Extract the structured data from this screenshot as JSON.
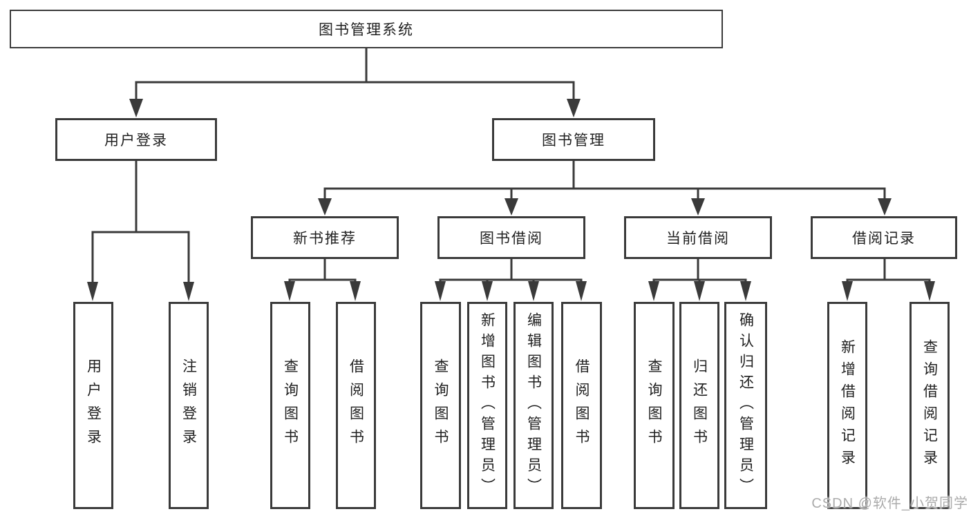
{
  "tree": {
    "root": "图书管理系统",
    "branches": [
      {
        "label": "用户登录",
        "leaves": [
          "用户登录",
          "注销登录"
        ]
      },
      {
        "label": "图书管理",
        "children": [
          {
            "label": "新书推荐",
            "leaves": [
              "查询图书",
              "借阅图书"
            ]
          },
          {
            "label": "图书借阅",
            "leaves": [
              "查询图书",
              "新增图书（管理员）",
              "编辑图书（管理员）",
              "借阅图书"
            ]
          },
          {
            "label": "当前借阅",
            "leaves": [
              "查询图书",
              "归还图书",
              "确认归还（管理员）"
            ]
          },
          {
            "label": "借阅记录",
            "leaves": [
              "新增借阅记录",
              "查询借阅记录"
            ]
          }
        ]
      }
    ]
  },
  "watermark": {
    "text": "CSDN @软件_小贺同学"
  },
  "colors": {
    "line": "#3a3a3a",
    "node_border": "#3a3a3a",
    "text": "#212121",
    "background": "#ffffff",
    "watermark_text": "#ababab"
  }
}
